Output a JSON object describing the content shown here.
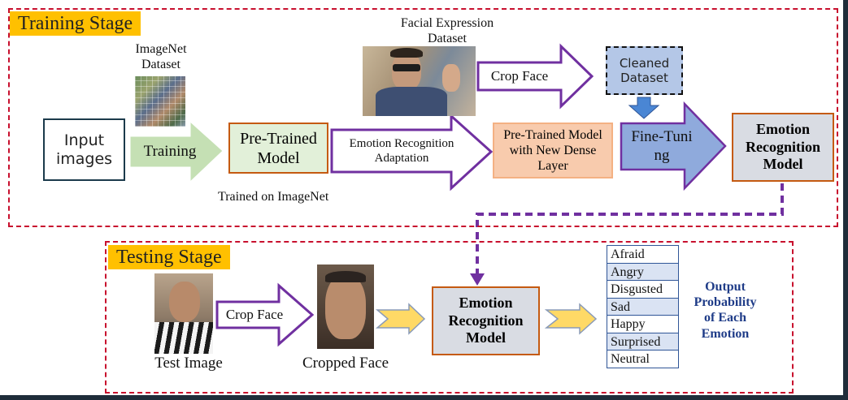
{
  "training": {
    "stage_label": "Training Stage",
    "input_images": "Input images",
    "imagenet_dataset": "ImageNet Dataset",
    "training_arrow": "Training",
    "pretrained_model": "Pre-Trained Model",
    "trained_on": "Trained on ImageNet",
    "facial_dataset": "Facial Expression Dataset",
    "crop_face": "Crop Face",
    "cleaned_dataset": "Cleaned Dataset",
    "adaptation": "Emotion Recognition Adaptation",
    "new_dense": "Pre-Trained Model with New Dense Layer",
    "fine_tuning": "Fine-Tuning",
    "emotion_model": "Emotion Recognition Model"
  },
  "testing": {
    "stage_label": "Testing Stage",
    "test_image": "Test Image",
    "crop_face": "Crop Face",
    "cropped_face": "Cropped Face",
    "emotion_model": "Emotion Recognition Model",
    "emotions": [
      "Afraid",
      "Angry",
      "Disgusted",
      "Sad",
      "Happy",
      "Surprised",
      "Neutral"
    ],
    "output_caption": "Output Probability of Each Emotion"
  },
  "colors": {
    "frame_border": "#c8102e",
    "stage_label_bg": "#ffc000",
    "training_arrow": "#c5e0b4",
    "pretrained_fill": "#e2f0d9",
    "brown_border": "#c55a11",
    "purple_arrow": "#7030a0",
    "dense_fill": "#f8cbad",
    "cleaned_fill": "#b4c7e7",
    "finetune_fill": "#8faadc",
    "model_fill": "#d9dce3",
    "emotion_row_alt": "#dae3f3",
    "output_caption": "#1f3c88"
  }
}
